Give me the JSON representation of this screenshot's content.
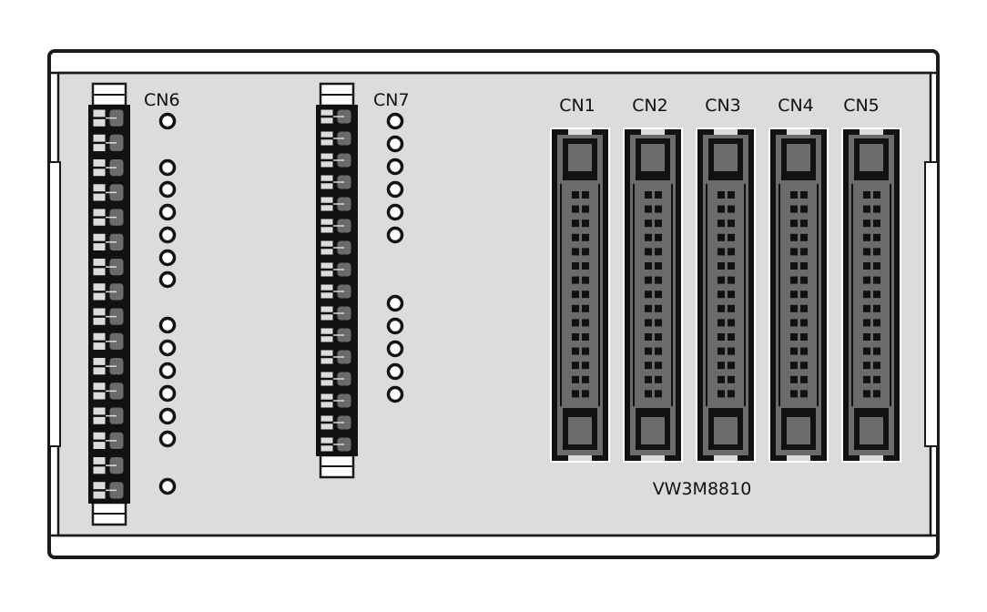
{
  "labels": {
    "cn6": "CN6",
    "cn7": "CN7",
    "cn1": "CN1",
    "cn2": "CN2",
    "cn3": "CN3",
    "cn4": "CN4",
    "cn5": "CN5",
    "model": "VW3M8810"
  },
  "colors": {
    "panel": "#dcdcdc",
    "frame": "#1a1a1a",
    "connector_body": "#111111",
    "connector_inner": "#6b6b6b",
    "pin": "#2a2a2a"
  },
  "terminal_blocks": {
    "cn6": {
      "terminals": 16,
      "led_groups": [
        1,
        6,
        6,
        1
      ]
    },
    "cn7": {
      "terminals": 16,
      "led_groups": [
        6,
        5
      ]
    }
  },
  "ribbon_connectors": {
    "count": 5,
    "pin_rows": 15,
    "pin_cols": 2
  }
}
